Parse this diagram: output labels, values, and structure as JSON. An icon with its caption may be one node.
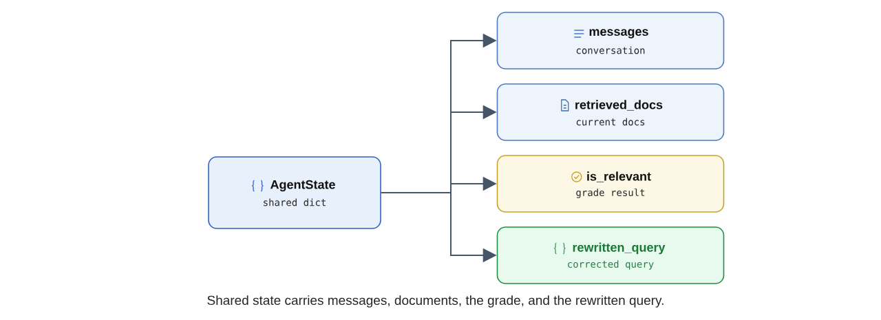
{
  "diagram": {
    "caption": "Shared state carries messages, documents, the grade, and the rewritten query.",
    "nodes": [
      {
        "text": [
          "AgentState",
          "shared dict"
        ]
      },
      {
        "text": [
          "messages",
          "conversation"
        ]
      },
      {
        "text": [
          "retrieved_docs",
          "current docs"
        ]
      },
      {
        "text": [
          "is_relevant",
          "grade result"
        ]
      },
      {
        "text": [
          "rewritten_query",
          "corrected query"
        ]
      }
    ],
    "edges": [
      {
        "from": 0,
        "to": 1,
        "arrow": "to"
      },
      {
        "from": 0,
        "to": 2,
        "arrow": "to"
      },
      {
        "from": 0,
        "to": 3,
        "arrow": "to"
      },
      {
        "from": 0,
        "to": 4,
        "arrow": "to"
      }
    ]
  }
}
